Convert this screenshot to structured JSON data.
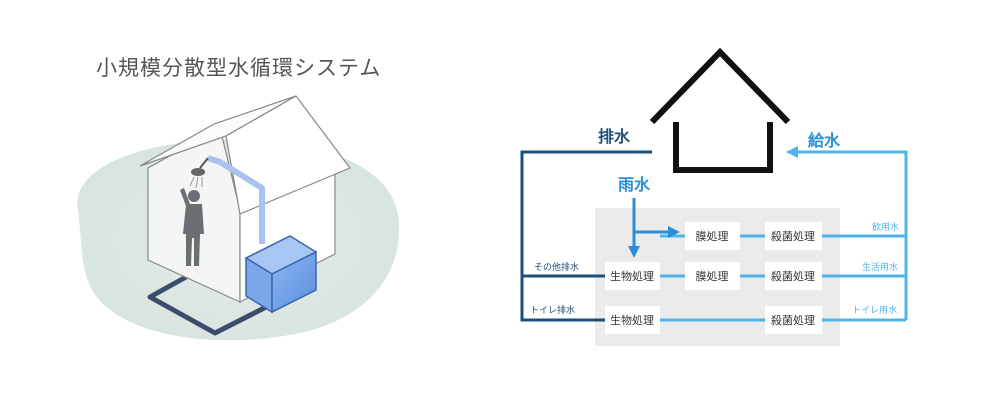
{
  "title": "小規模分散型水循環システム",
  "labels": {
    "drain": "排水",
    "supply": "給水",
    "rain": "雨水",
    "other_drain": "その他排水",
    "toilet_drain": "トイレ排水",
    "drinking": "飲用水",
    "domestic": "生活用水",
    "toilet_use": "トイレ用水"
  },
  "boxes": {
    "membrane_top": "膜処理",
    "sterilize_top": "殺菌処理",
    "bio_mid": "生物処理",
    "membrane_mid": "膜処理",
    "sterilize_mid": "殺菌処理",
    "bio_bot": "生物処理",
    "sterilize_bot": "殺菌処理"
  },
  "colors": {
    "dark_blue": "#1f4e79",
    "light_blue": "#4eb3ea",
    "mid_blue": "#2a8fd6",
    "panel_gray": "#ebebeb",
    "house_black": "#111111"
  }
}
